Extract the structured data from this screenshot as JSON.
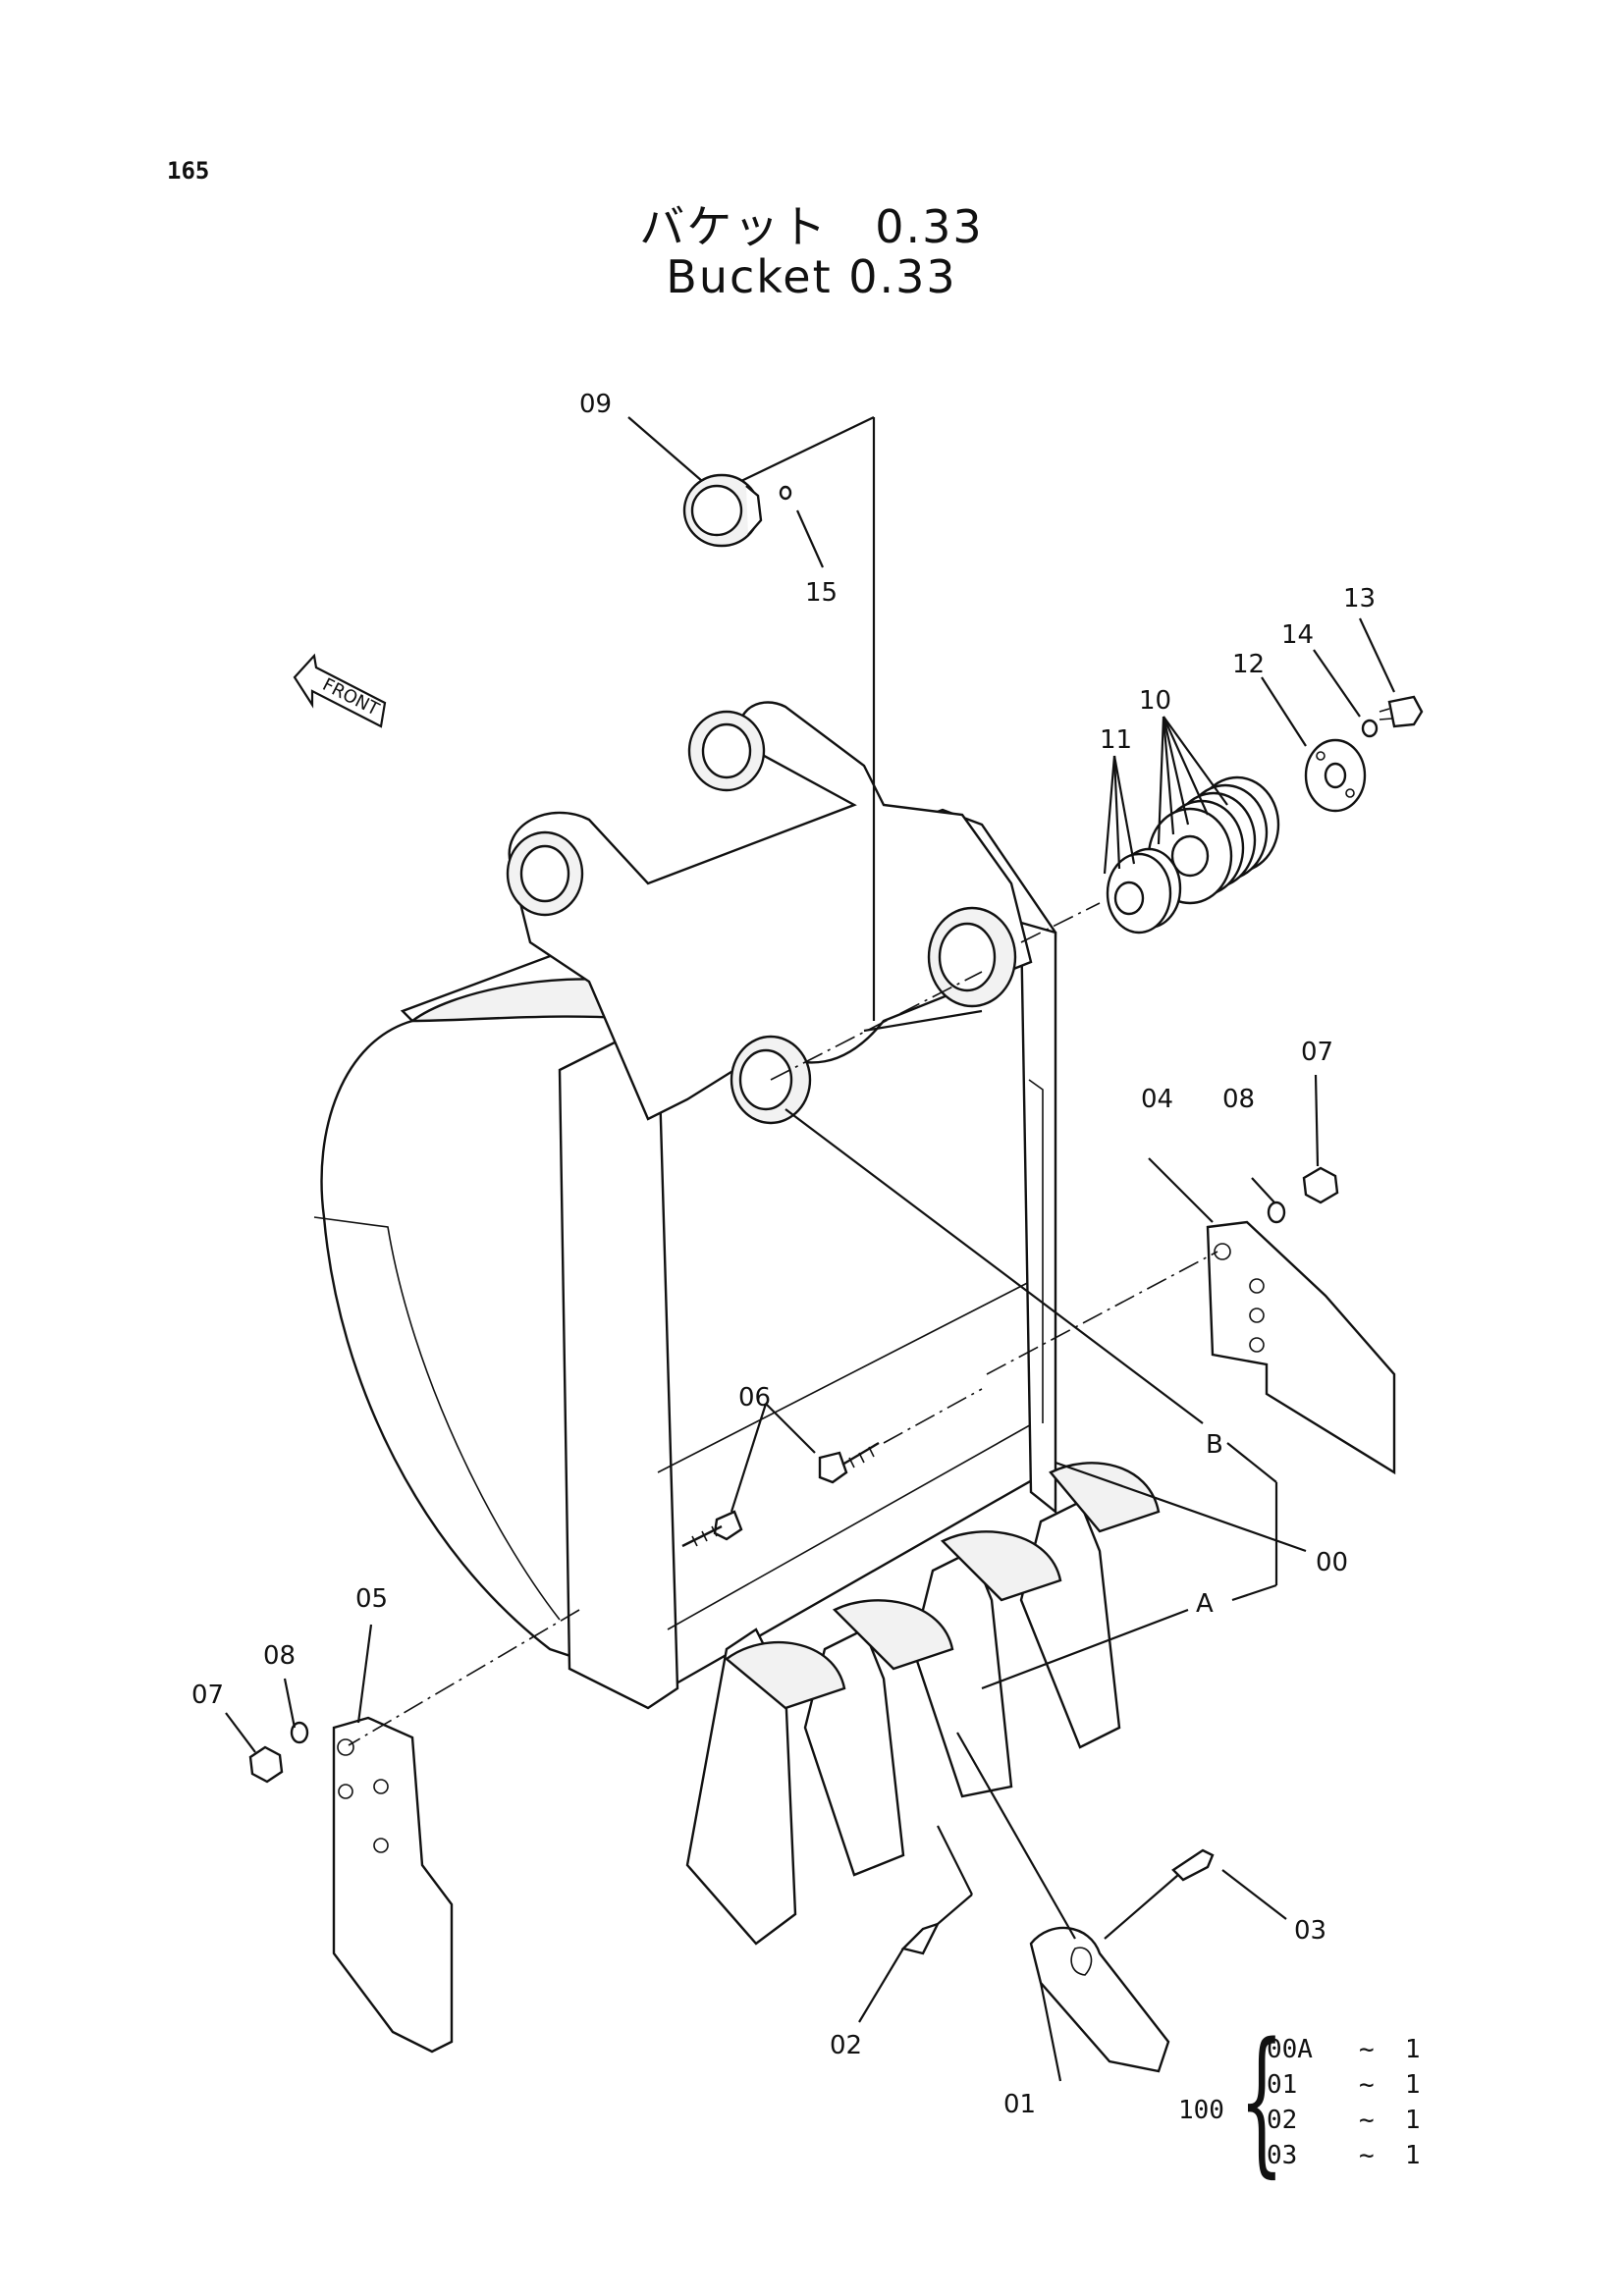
{
  "page_number": "165",
  "title_jp": "バケット　0.33",
  "title_en": "Bucket 0.33",
  "front_label": "FRONT",
  "callouts": {
    "c00": "00",
    "c01": "01",
    "c02": "02",
    "c03": "03",
    "c04": "04",
    "c05": "05",
    "c06": "06",
    "c07a": "07",
    "c07b": "07",
    "c08a": "08",
    "c08b": "08",
    "c09": "09",
    "c10": "10",
    "c11": "11",
    "c12": "12",
    "c13": "13",
    "c14": "14",
    "c15": "15",
    "cA": "A",
    "cB": "B"
  },
  "kit": {
    "assembly": "100",
    "rows": [
      {
        "part": "00A",
        "sep": "~",
        "qty": "1"
      },
      {
        "part": "01",
        "sep": "~",
        "qty": "1"
      },
      {
        "part": "02",
        "sep": "~",
        "qty": "1"
      },
      {
        "part": "03",
        "sep": "~",
        "qty": "1"
      }
    ]
  }
}
